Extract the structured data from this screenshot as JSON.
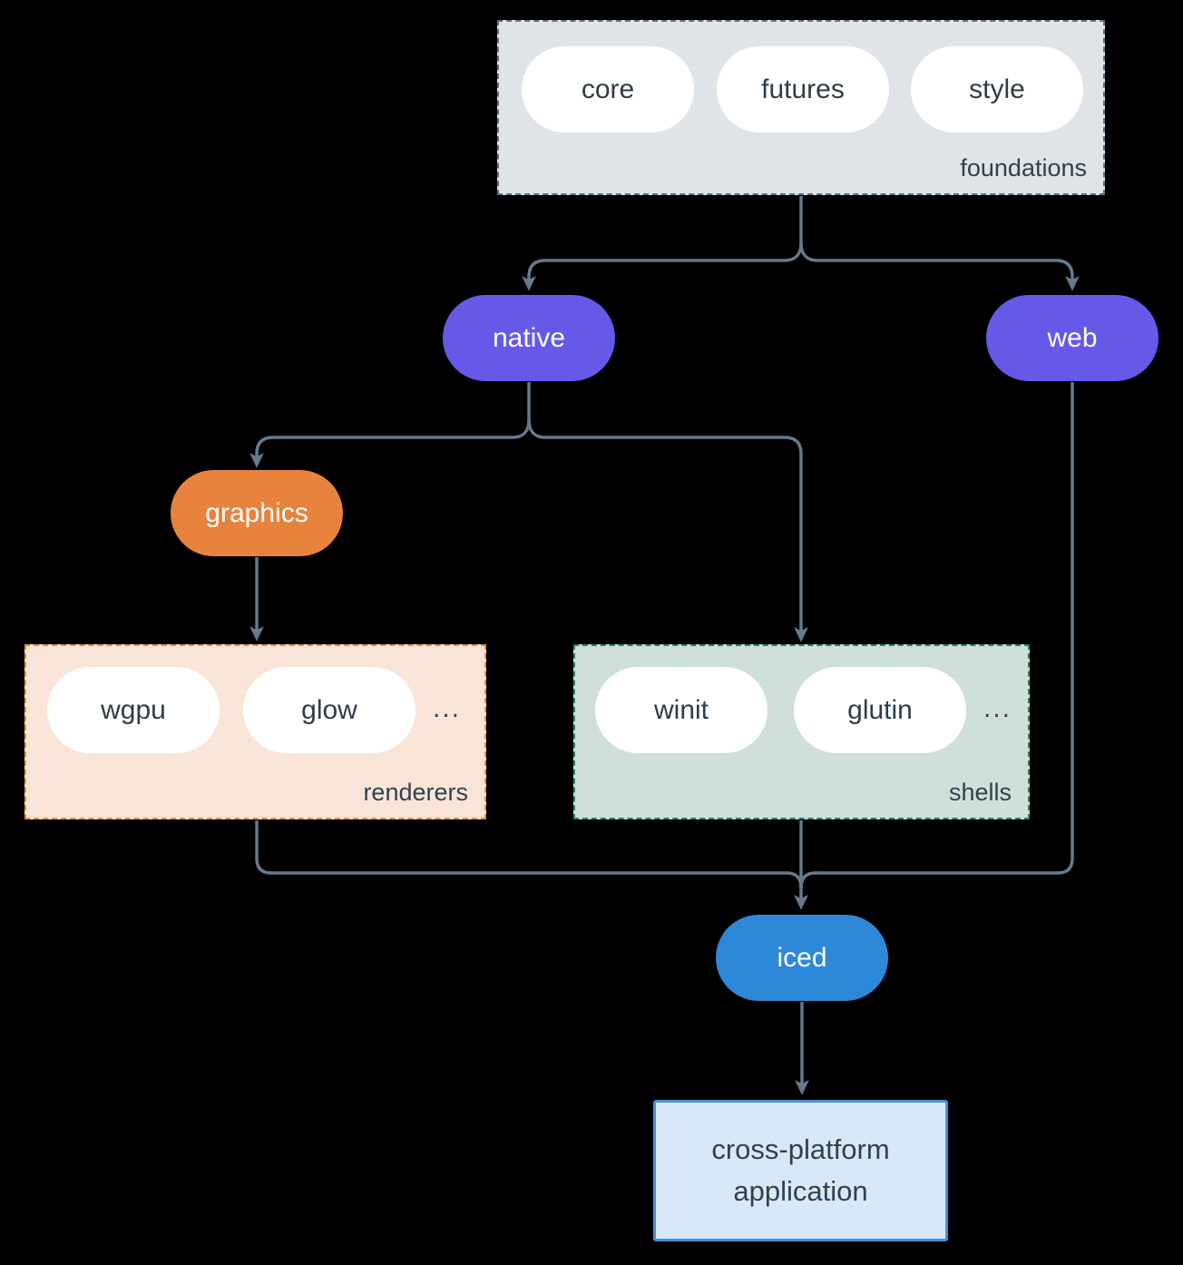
{
  "colors": {
    "background": "#000000",
    "connector_line": "#64798c",
    "dark_text": "#33404e",
    "pill_white": "#ffffff",
    "pill_purple": "#6659e8",
    "pill_orange": "#e8833d",
    "pill_blue": "#2e88d8",
    "foundations_fill": "#e0e4e8",
    "foundations_border": "#5d7185",
    "renderers_fill": "#f9e5d8",
    "renderers_border": "#ec8a3f",
    "shells_fill": "#cfe0da",
    "shells_border": "#2e7f70",
    "application_fill": "#d9e8f8",
    "application_border": "#4791da"
  },
  "foundations": {
    "label": "foundations",
    "items": [
      "core",
      "futures",
      "style"
    ]
  },
  "nodes": {
    "native": "native",
    "web": "web",
    "graphics": "graphics",
    "iced": "iced"
  },
  "renderers": {
    "label": "renderers",
    "items": [
      "wgpu",
      "glow"
    ],
    "ellipsis": "..."
  },
  "shells": {
    "label": "shells",
    "items": [
      "winit",
      "glutin"
    ],
    "ellipsis": "..."
  },
  "application": {
    "label": "cross-platform application"
  }
}
